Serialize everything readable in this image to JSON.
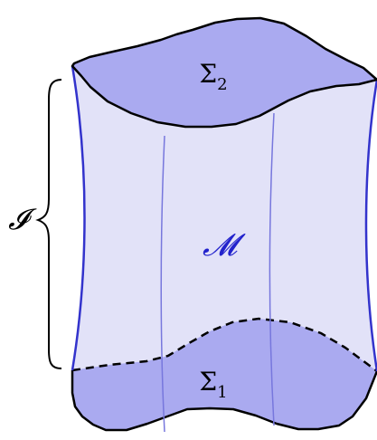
{
  "labels": {
    "top_surface": "Σ",
    "top_surface_sub": "2",
    "bottom_surface": "Σ",
    "bottom_surface_sub": "1",
    "manifold": "𝓜",
    "interval": "𝓘"
  },
  "colors": {
    "cap_fill": "#aaaaf0",
    "side_fill": "#e2e2f8",
    "side_edge": "#3333cc",
    "inner_line": "#7777dd",
    "outline": "#000000",
    "manifold_label": "#2222cc"
  }
}
